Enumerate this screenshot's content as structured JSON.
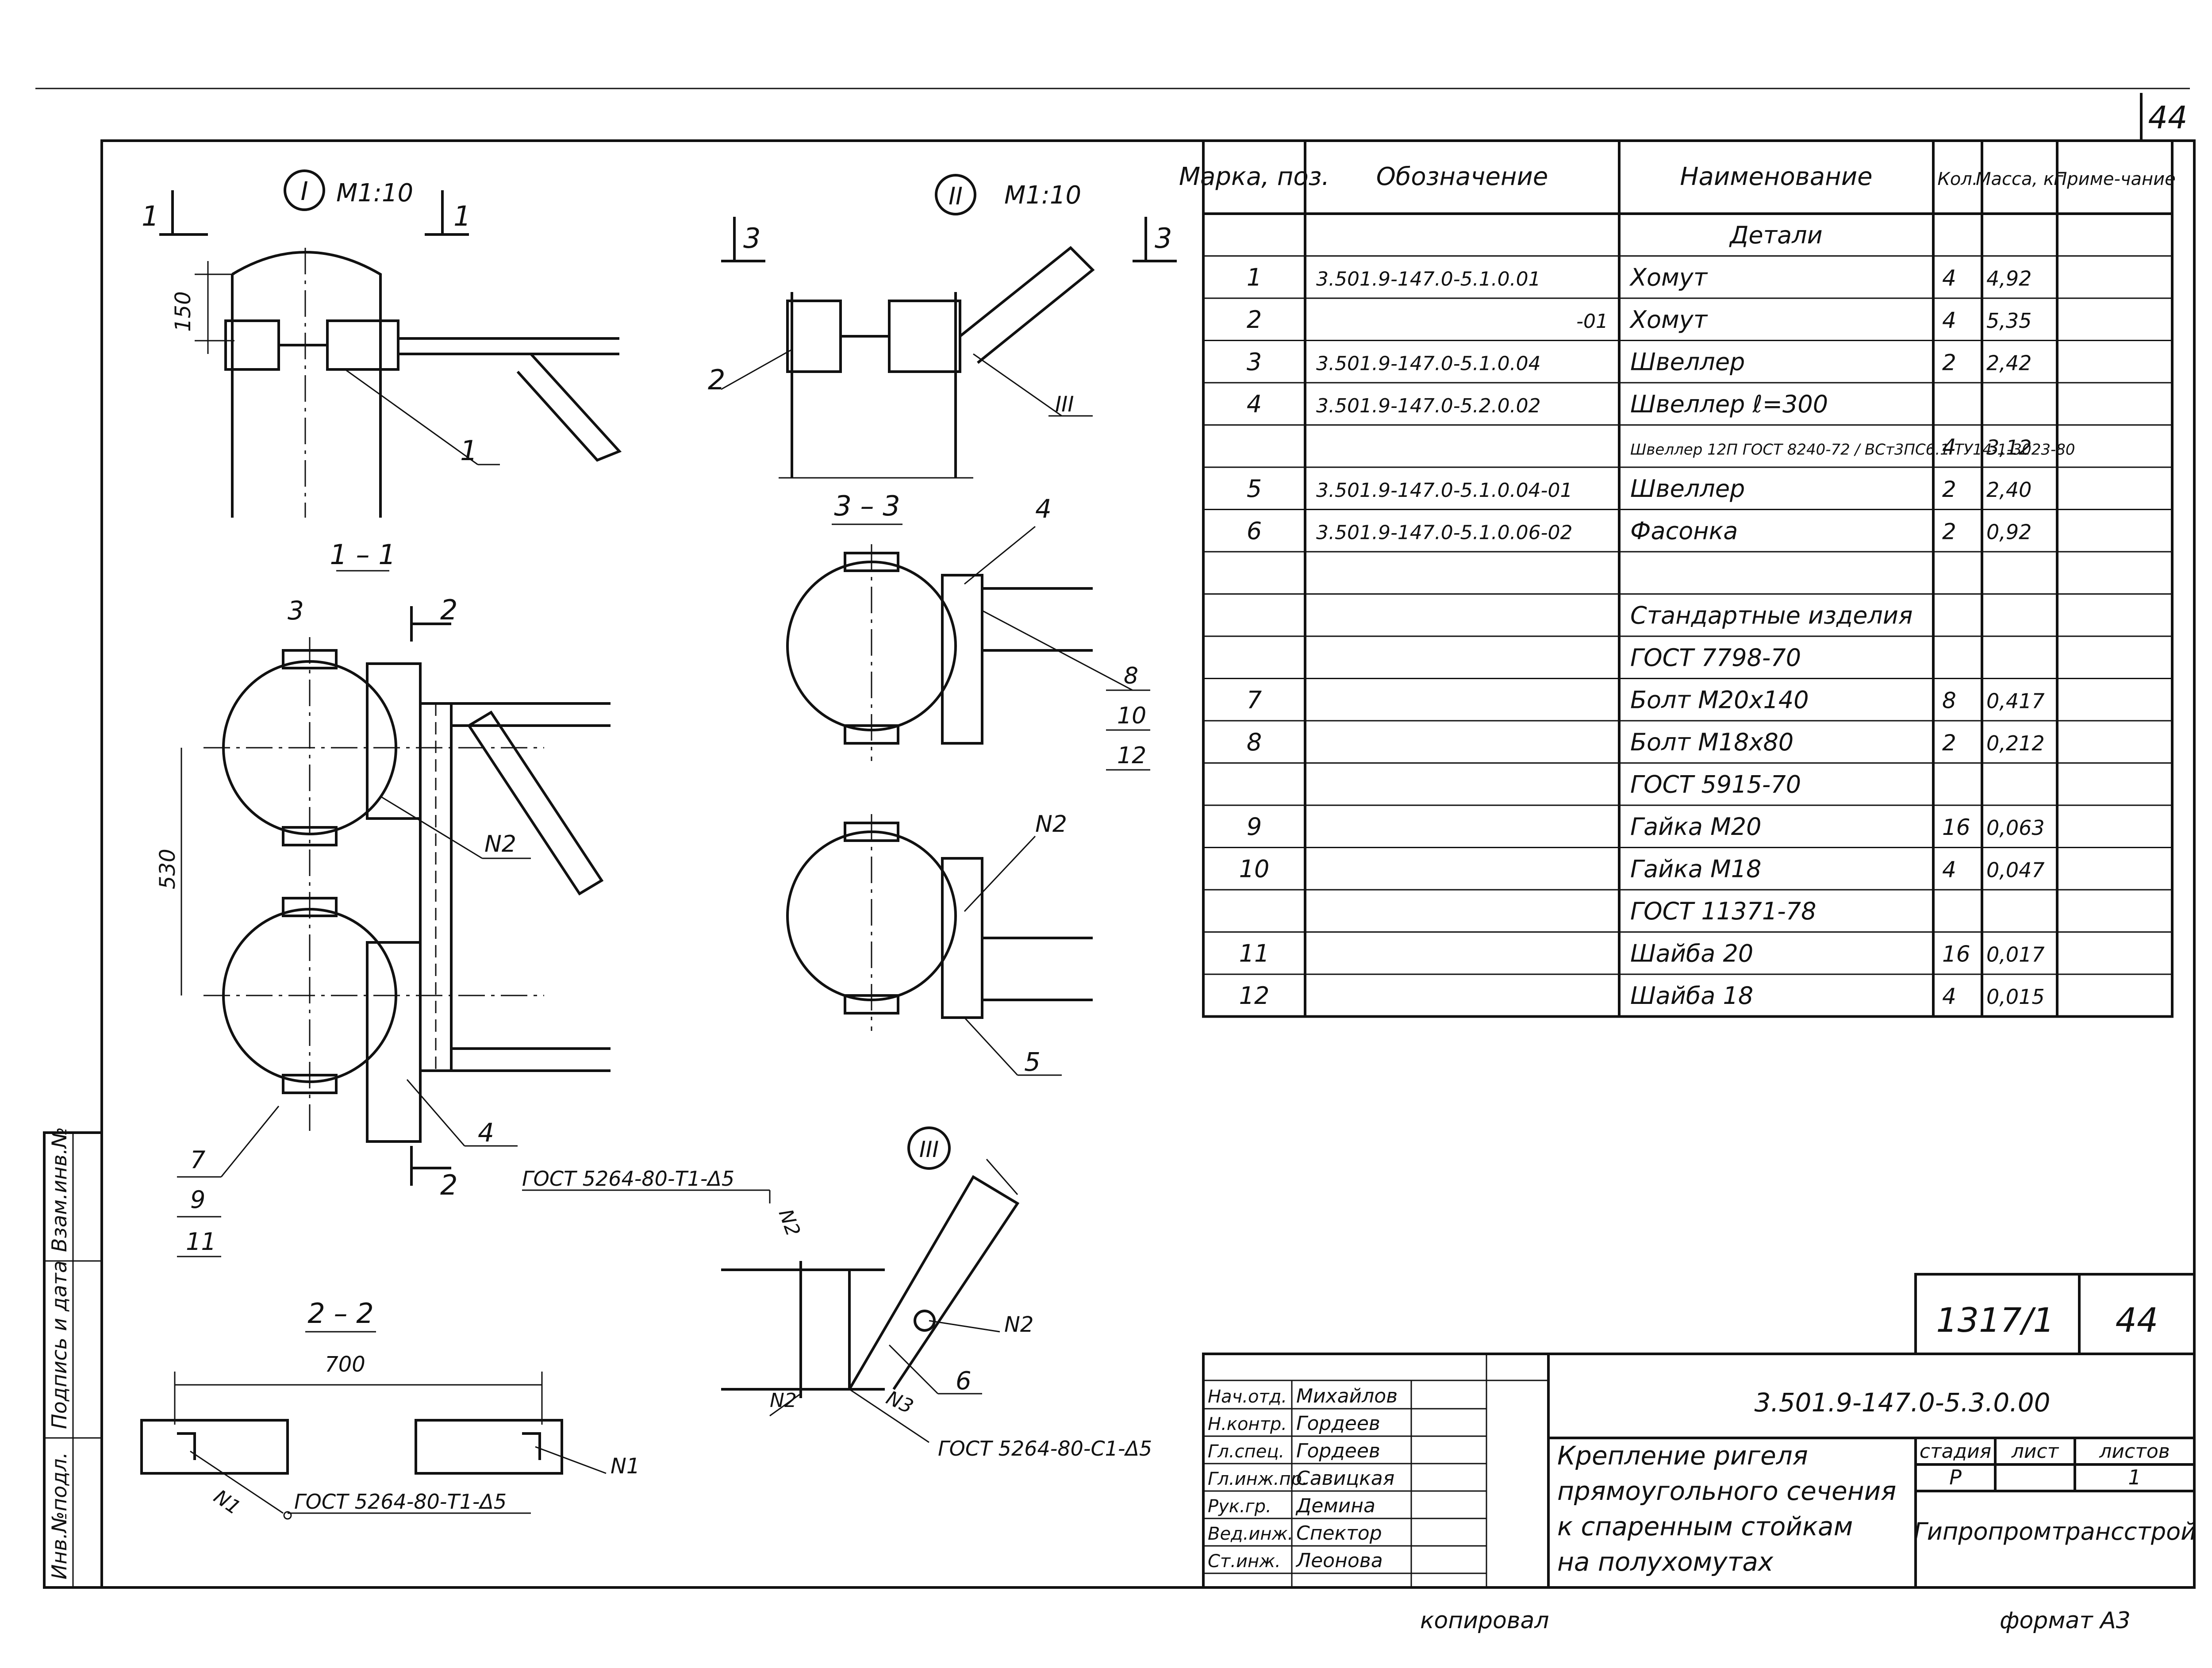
{
  "sheet": {
    "page_number": "44",
    "copied_by_label": "копировал",
    "format_label": "формат А3"
  },
  "views": {
    "view1": {
      "numeral": "I",
      "scale": "М1:10",
      "cut": "1",
      "dim_150": "150",
      "callout": "1"
    },
    "view2": {
      "numeral": "II",
      "scale": "М1:10",
      "cut": "3",
      "callout_2": "2",
      "callout_3": "III"
    },
    "section_1_1": {
      "title": "1 – 1",
      "cut_2": "2",
      "dim_530": "530",
      "c3": "3",
      "c4": "4",
      "weld": "N2",
      "c7": "7",
      "c9": "9",
      "c11": "11"
    },
    "section_3_3": {
      "title": "3 – 3",
      "c4": "4",
      "c8": "8",
      "c10": "10",
      "c12": "12",
      "weld": "N2",
      "c5": "5"
    },
    "section_2_2": {
      "title": "2 – 2",
      "dim_700": "700",
      "w1": "N1",
      "w2": "N1",
      "gost": "ГОСТ 5264-80-Т1-Δ5"
    },
    "detail_3": {
      "numeral": "III",
      "gost_top": "ГОСТ 5264-80-Т1-Δ5",
      "gost_bottom": "ГОСТ 5264-80-С1-Δ5",
      "n2a": "N2",
      "n2b": "N2",
      "n2c": "N2",
      "n3": "N3",
      "c6": "6"
    }
  },
  "spec": {
    "headers": [
      "Марка, поз.",
      "Обозначение",
      "Наименование",
      "Кол.",
      "Масса, кг",
      "Приме-чание"
    ],
    "rows": [
      {
        "pos": "",
        "code": "",
        "name": "Детали",
        "qty": "",
        "mass": "",
        "note": ""
      },
      {
        "pos": "1",
        "code": "3.501.9-147.0-5.1.0.01",
        "name": "Хомут",
        "qty": "4",
        "mass": "4,92",
        "note": ""
      },
      {
        "pos": "2",
        "code": "-01",
        "name": "Хомут",
        "qty": "4",
        "mass": "5,35",
        "note": ""
      },
      {
        "pos": "3",
        "code": "3.501.9-147.0-5.1.0.04",
        "name": "Швеллер",
        "qty": "2",
        "mass": "2,42",
        "note": ""
      },
      {
        "pos": "4",
        "code": "3.501.9-147.0-5.2.0.02",
        "name": "Швеллер ℓ=300",
        "qty": "",
        "mass": "",
        "note": ""
      },
      {
        "pos": "",
        "code": "",
        "name": "Швеллер 12П ГОСТ 8240-72 / ВСт3ПС6.1 ТУ14-1-3023-80",
        "qty": "4",
        "mass": "3,12",
        "note": ""
      },
      {
        "pos": "5",
        "code": "3.501.9-147.0-5.1.0.04-01",
        "name": "Швеллер",
        "qty": "2",
        "mass": "2,40",
        "note": ""
      },
      {
        "pos": "6",
        "code": "3.501.9-147.0-5.1.0.06-02",
        "name": "Фасонка",
        "qty": "2",
        "mass": "0,92",
        "note": ""
      },
      {
        "pos": "",
        "code": "",
        "name": "",
        "qty": "",
        "mass": "",
        "note": ""
      },
      {
        "pos": "",
        "code": "",
        "name": "Стандартные изделия",
        "qty": "",
        "mass": "",
        "note": ""
      },
      {
        "pos": "",
        "code": "",
        "name": "ГОСТ 7798-70",
        "qty": "",
        "mass": "",
        "note": ""
      },
      {
        "pos": "7",
        "code": "",
        "name": "Болт М20х140",
        "qty": "8",
        "mass": "0,417",
        "note": ""
      },
      {
        "pos": "8",
        "code": "",
        "name": "Болт М18х80",
        "qty": "2",
        "mass": "0,212",
        "note": ""
      },
      {
        "pos": "",
        "code": "",
        "name": "ГОСТ 5915-70",
        "qty": "",
        "mass": "",
        "note": ""
      },
      {
        "pos": "9",
        "code": "",
        "name": "Гайка М20",
        "qty": "16",
        "mass": "0,063",
        "note": ""
      },
      {
        "pos": "10",
        "code": "",
        "name": "Гайка М18",
        "qty": "4",
        "mass": "0,047",
        "note": ""
      },
      {
        "pos": "",
        "code": "",
        "name": "ГОСТ 11371-78",
        "qty": "",
        "mass": "",
        "note": ""
      },
      {
        "pos": "11",
        "code": "",
        "name": "Шайба 20",
        "qty": "16",
        "mass": "0,017",
        "note": ""
      },
      {
        "pos": "12",
        "code": "",
        "name": "Шайба 18",
        "qty": "4",
        "mass": "0,015",
        "note": ""
      }
    ]
  },
  "stamp": {
    "album": "1317/1",
    "sheet_no": "44",
    "designation": "3.501.9-147.0-5.3.0.00",
    "title": [
      "Крепление ригеля",
      "прямоугольного сечения",
      "к спаренным стойкам",
      "на полухомутах"
    ],
    "stage_label": "стадия",
    "sheet_label": "лист",
    "sheets_label": "листов",
    "stage": "Р",
    "sheets": "1",
    "org": "Гипропромтрансстрой",
    "signers": [
      {
        "role": "Нач.отд.",
        "name": "Михайлов"
      },
      {
        "role": "Н.контр.",
        "name": "Гордеев"
      },
      {
        "role": "Гл.спец.",
        "name": "Гордеев"
      },
      {
        "role": "Гл.инж.пр.",
        "name": "Савицкая"
      },
      {
        "role": "Рук.гр.",
        "name": "Демина"
      },
      {
        "role": "Вед.инж.",
        "name": "Спектор"
      },
      {
        "role": "Ст.инж.",
        "name": "Леонова"
      }
    ]
  },
  "side_stamp": {
    "cols": [
      "Инв.№подл.",
      "Подпись и дата",
      "Взам.инв.№"
    ]
  }
}
